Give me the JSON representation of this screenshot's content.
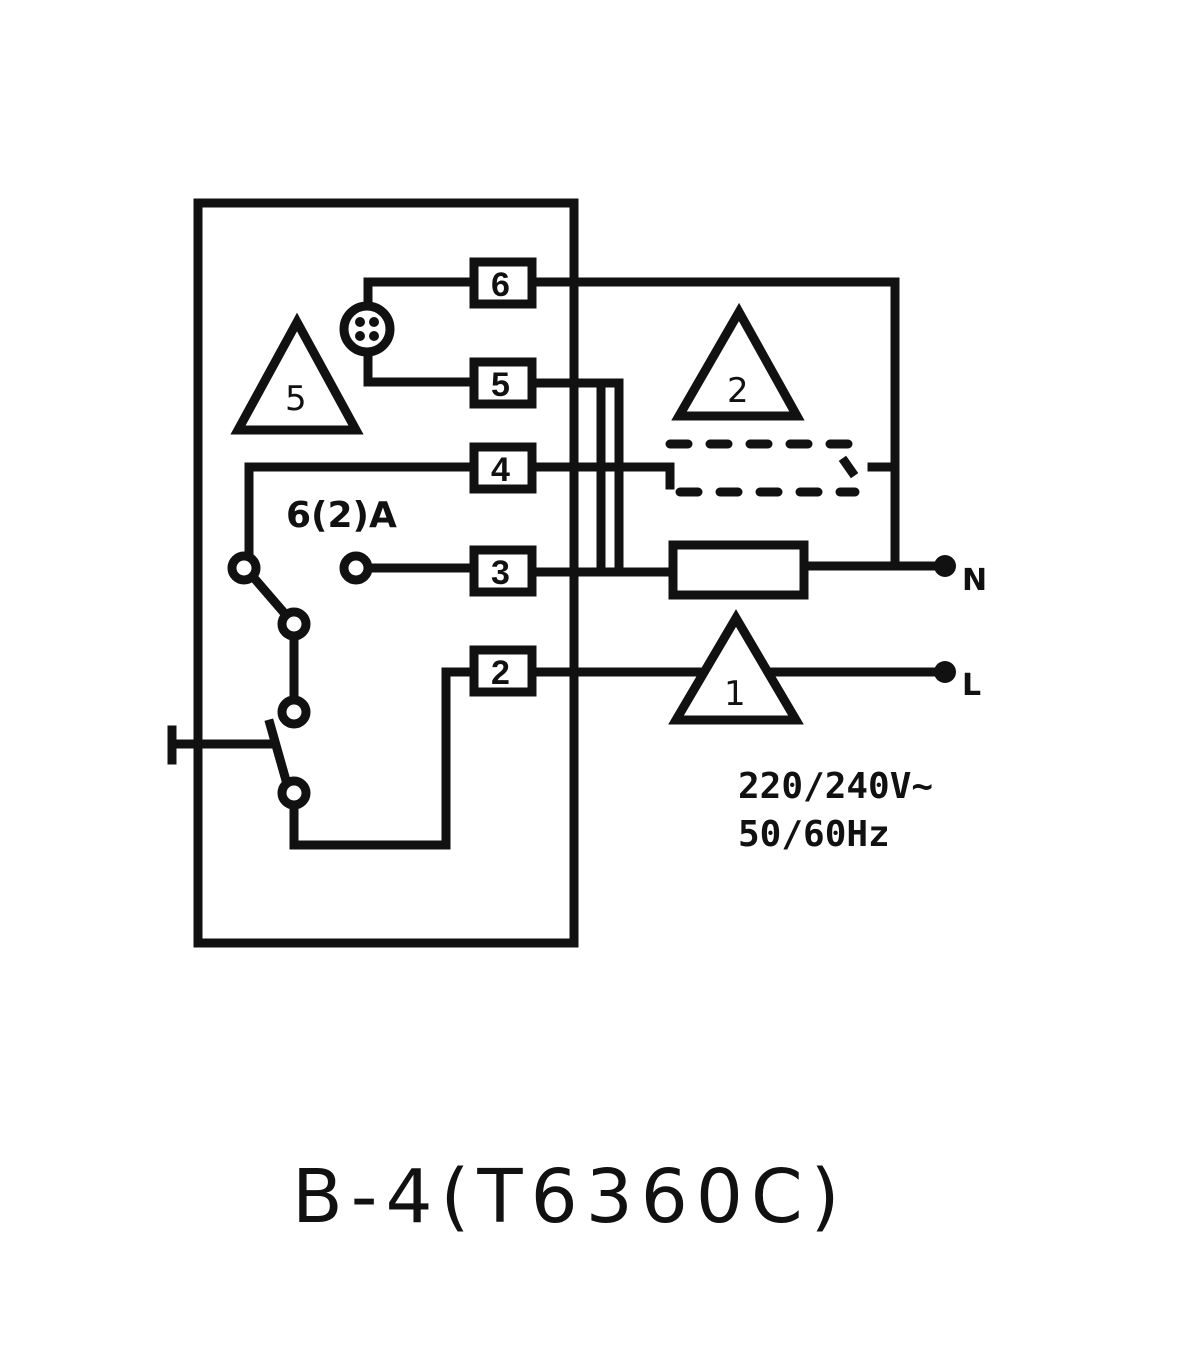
{
  "diagram": {
    "caption": "B-4(T6360C)",
    "terminals": {
      "t6": "6",
      "t5": "5",
      "t4": "4",
      "t3": "3",
      "t2": "2"
    },
    "warning_triangles": {
      "left": "5",
      "top_right": "2",
      "bottom_right": "1"
    },
    "switch_rating": "6(2)A",
    "supply_lines": {
      "neutral": "N",
      "live": "L"
    },
    "supply": {
      "voltage": "220/240V~",
      "frequency": "50/60Hz"
    }
  }
}
